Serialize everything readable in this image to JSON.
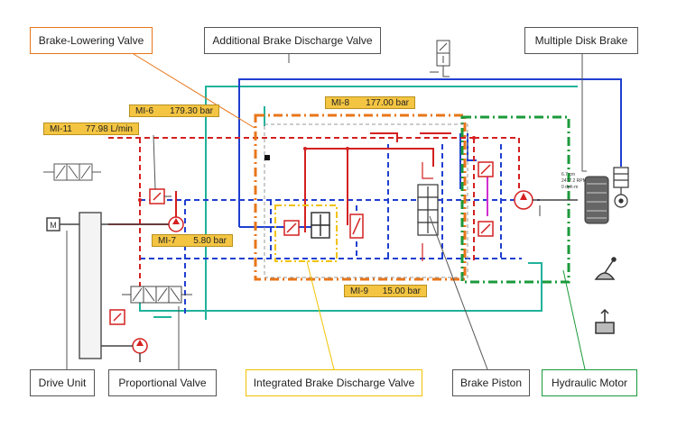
{
  "colors": {
    "red": "#d42020",
    "blue": "#1f3fd0",
    "green": "#1a9a3a",
    "teal": "#20b29a",
    "orange": "#e8761a",
    "yellow": "#f2c200",
    "gray": "#8c8c8c",
    "label_bg": "#f4c542"
  },
  "callouts": {
    "brake_lowering_valve": "Brake-Lowering Valve",
    "additional_brake_discharge_valve": "Additional Brake Discharge Valve",
    "multiple_disk_brake": "Multiple Disk Brake",
    "drive_unit": "Drive Unit",
    "proportional_valve": "Proportional Valve",
    "integrated_brake_discharge_valve": "Integrated Brake Discharge Valve",
    "brake_piston": "Brake Piston",
    "hydraulic_motor": "Hydraulic Motor"
  },
  "measurements": {
    "mi6": {
      "name": "MI-6",
      "value": "179.30 bar"
    },
    "mi8": {
      "name": "MI-8",
      "value": "177.00 bar"
    },
    "mi11": {
      "name": "MI-11",
      "value": "77.98 L/min"
    },
    "mi7": {
      "name": "MI-7",
      "value": "5.80 bar"
    },
    "mi9": {
      "name": "MI-9",
      "value": "15.00 bar"
    }
  },
  "motor_labels": {
    "line1": "6.7 cm",
    "line2": "2477.2 RPM",
    "line3": "0 dph·m"
  }
}
